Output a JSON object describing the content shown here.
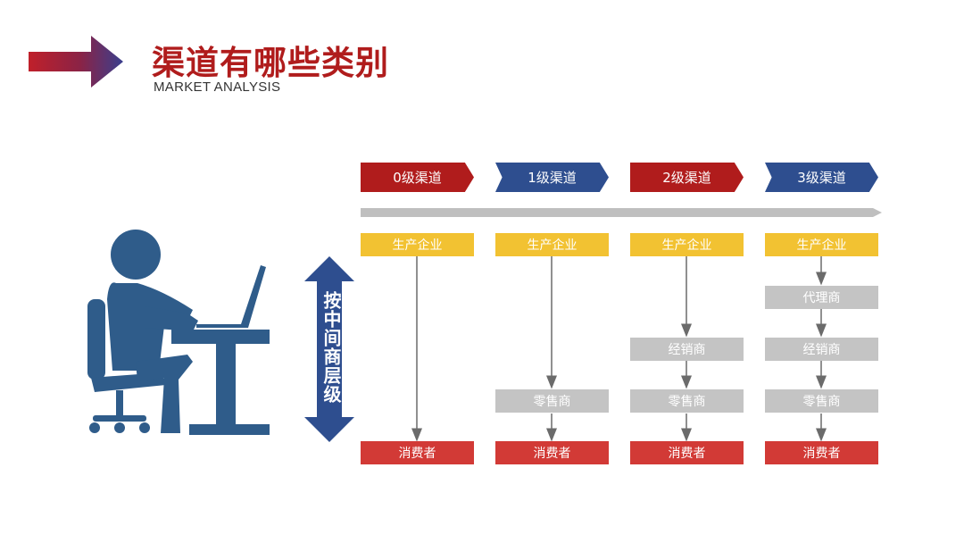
{
  "header": {
    "title": "渠道有哪些类别",
    "subtitle": "MARKET ANALYSIS"
  },
  "side_label": "按中间商层级",
  "channels": [
    {
      "label": "0级渠道",
      "top": "生产企业",
      "middle": [],
      "bottom": "消费者"
    },
    {
      "label": "1级渠道",
      "top": "生产企业",
      "middle": [
        "零售商"
      ],
      "bottom": "消费者"
    },
    {
      "label": "2级渠道",
      "top": "生产企业",
      "middle": [
        "经销商",
        "零售商"
      ],
      "bottom": "消费者"
    },
    {
      "label": "3级渠道",
      "top": "生产企业",
      "middle": [
        "代理商",
        "经销商",
        "零售商"
      ],
      "bottom": "消费者"
    }
  ],
  "colors": {
    "title_red": "#b01c1c",
    "tab_red": "#b01c1c",
    "tab_blue": "#2e4e8f",
    "producer_yellow": "#f2c232",
    "intermediary_gray": "#c4c4c4",
    "consumer_red": "#d23a36",
    "figure_blue": "#2f5c8a"
  },
  "icons": [
    "header-arrow-icon",
    "person-at-desk-icon",
    "double-arrow-icon"
  ]
}
